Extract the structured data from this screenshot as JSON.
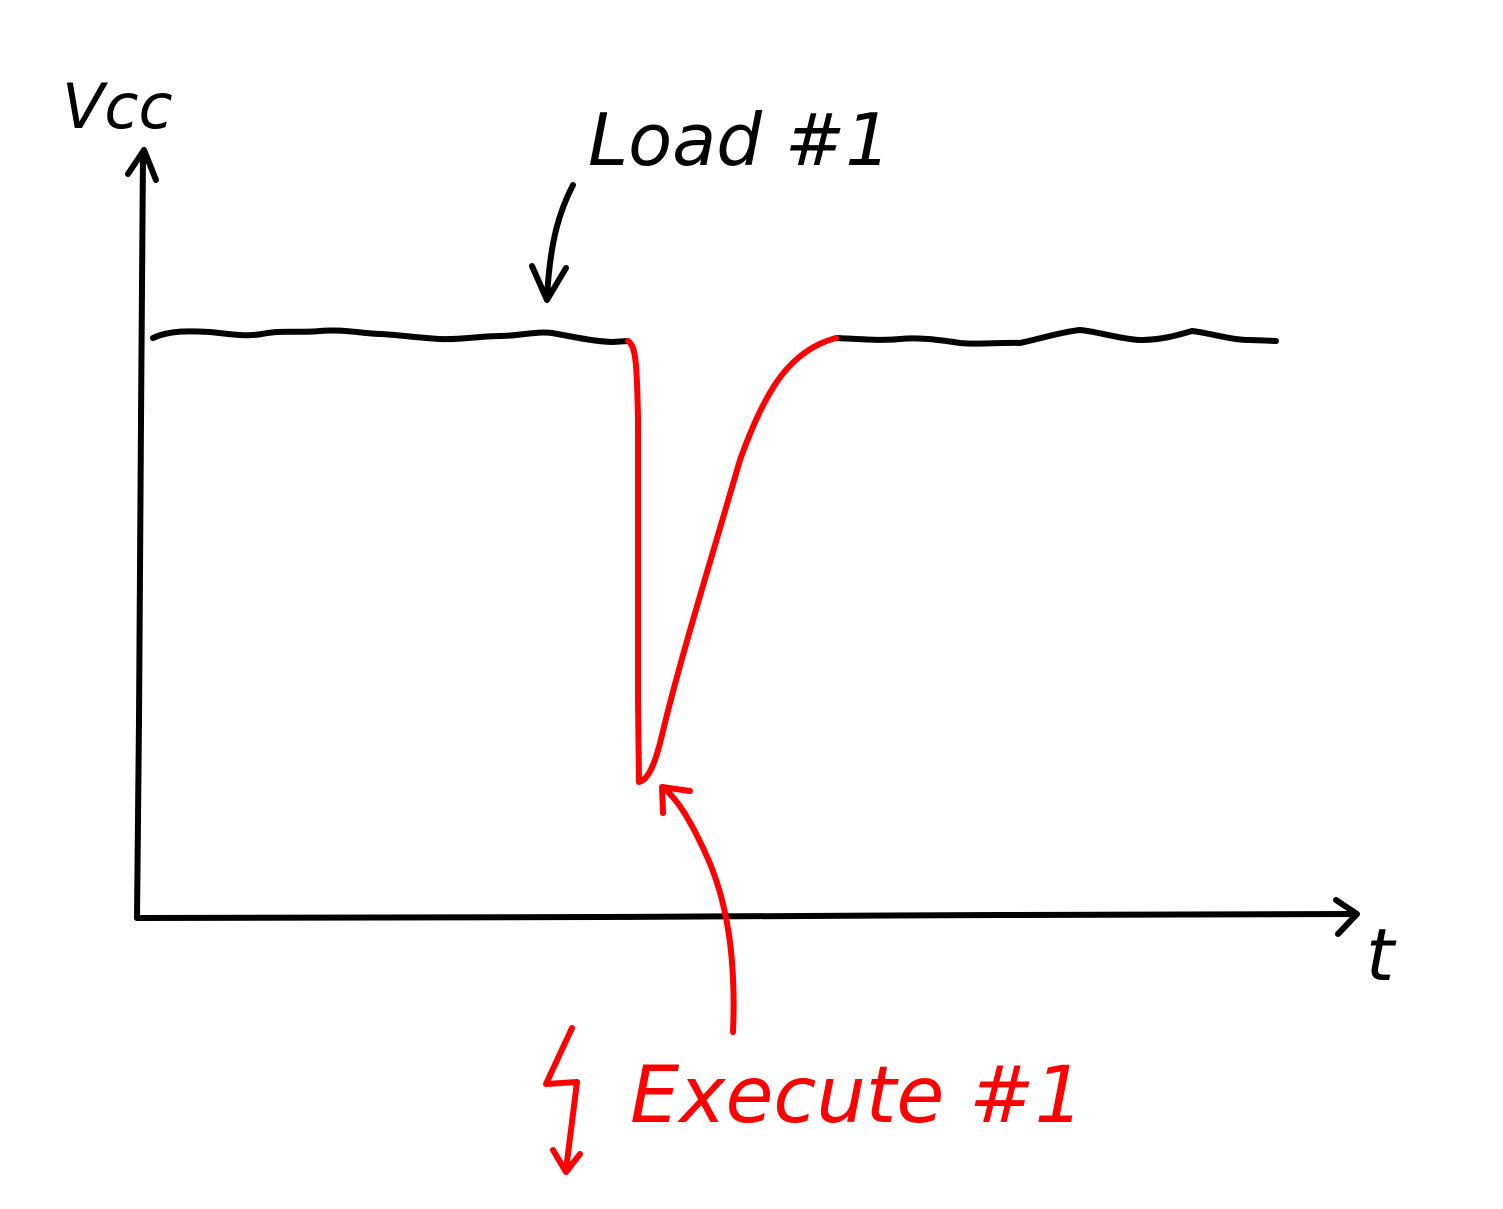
{
  "axes": {
    "y_label": "Vcc",
    "x_label": "t"
  },
  "annotations": {
    "load": "Load #1",
    "execute": "Execute #1"
  },
  "colors": {
    "ink": "#000000",
    "highlight": "#ff0000",
    "background": "#ffffff"
  },
  "icons": {
    "fault": "lightning-bolt-icon"
  }
}
